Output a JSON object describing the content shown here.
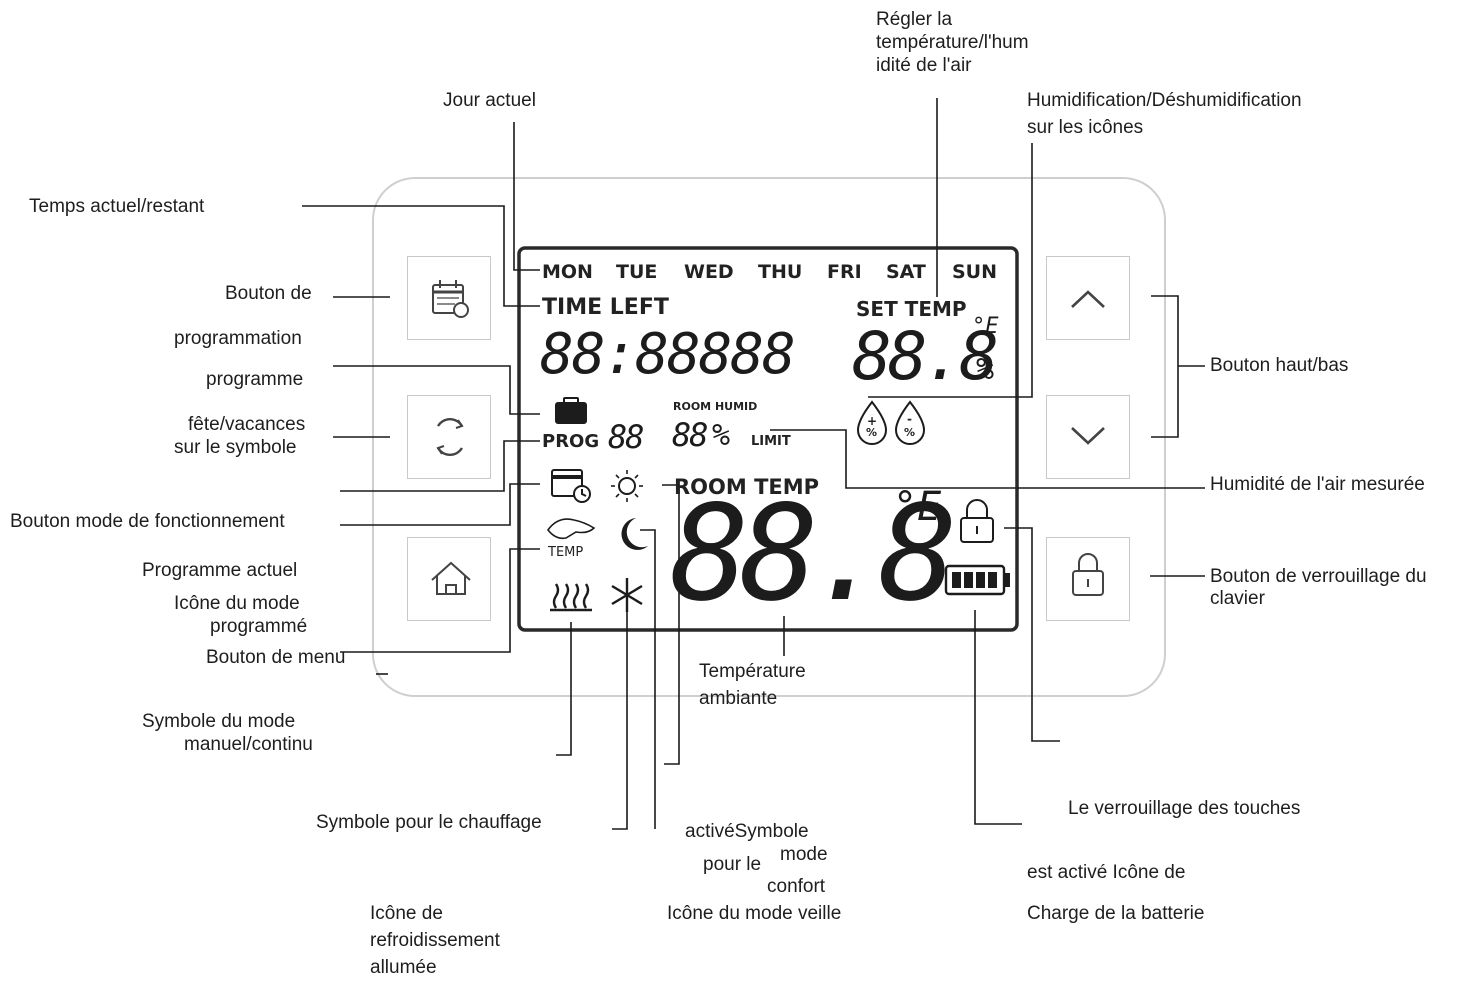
{
  "display": {
    "days": [
      "MON",
      "TUE",
      "WED",
      "THU",
      "FRI",
      "SAT",
      "SUN"
    ],
    "time_left": "TIME LEFT",
    "set_temp": "SET TEMP",
    "time_digits": "88:88888",
    "set_digits": "88.8",
    "unit_deg": "°E",
    "unit_percent": "%",
    "room_humid": "ROOM HUMID",
    "humid_digits": "88",
    "humid_percent": "%",
    "limit": "LIMIT",
    "prog": "PROG",
    "prog_digits": "88",
    "room_temp": "ROOM TEMP",
    "room_digits": "88.8",
    "room_unit": "°E",
    "temp_small": "TEMP",
    "drop_plus": "+",
    "drop_minus": "-",
    "drop_pct": "%"
  },
  "labels": {
    "regler": [
      "Régler la",
      "température/l'hum",
      "idité de l'air"
    ],
    "jour": "Jour actuel",
    "humidif": [
      "Humidification/Déshumidification",
      "sur les icônes"
    ],
    "temps": "Temps actuel/restant",
    "bouton_de": "Bouton de",
    "programmation": "programmation",
    "programme": "programme",
    "fete": [
      "fête/vacances",
      "sur le symbole"
    ],
    "bouton_mode": "Bouton mode de fonctionnement",
    "prog_actuel": "Programme actuel",
    "icone_prog": [
      "Icône du mode",
      "programmé"
    ],
    "bouton_menu": "Bouton de menu",
    "symbole_manuel": [
      "Symbole du mode",
      "manuel/continu"
    ],
    "chauffage": "Symbole pour le chauffage",
    "active_symbole": "activéSymbole",
    "mode": "mode",
    "pour_le": "pour le",
    "confort": "confort",
    "veille": "Icône du mode veille",
    "refroid": [
      "Icône de",
      "refroidissement",
      "allumée"
    ],
    "temp_amb": [
      "Température",
      "ambiante"
    ],
    "haut_bas": "Bouton haut/bas",
    "humidite_mesuree": "Humidité de l'air mesurée",
    "verrou_clavier": [
      "Bouton de verrouillage du",
      "clavier"
    ],
    "verrou_touches": "Le verrouillage des touches",
    "est_active": "est activé Icône de",
    "batterie": "Charge de la batterie"
  },
  "colors": {
    "line": "#1a1a1a",
    "frame": "#c8c8c8",
    "lcd_border": "#2a2a2a"
  }
}
